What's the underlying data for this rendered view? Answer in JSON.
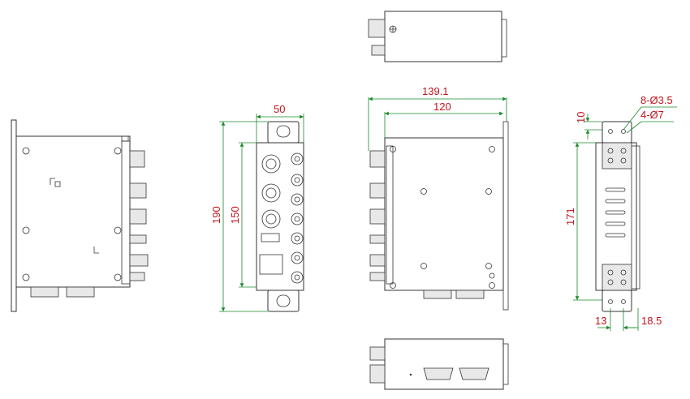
{
  "colors": {
    "outline": "#333333",
    "dimension_line": "#1a8a2a",
    "dimension_text": "#c0161d",
    "background": "#ffffff"
  },
  "dimensions": {
    "front_width": "50",
    "front_height_outer": "190",
    "front_height_inner": "150",
    "side_width_outer": "139.1",
    "side_width_inner": "120",
    "rear_top_gap": "10",
    "rear_mount_holes_small": "8-Ø3.5",
    "rear_mount_holes_large": "4-Ø7",
    "rear_height": "171",
    "rear_bottom_left": "13",
    "rear_bottom_right": "18.5"
  }
}
